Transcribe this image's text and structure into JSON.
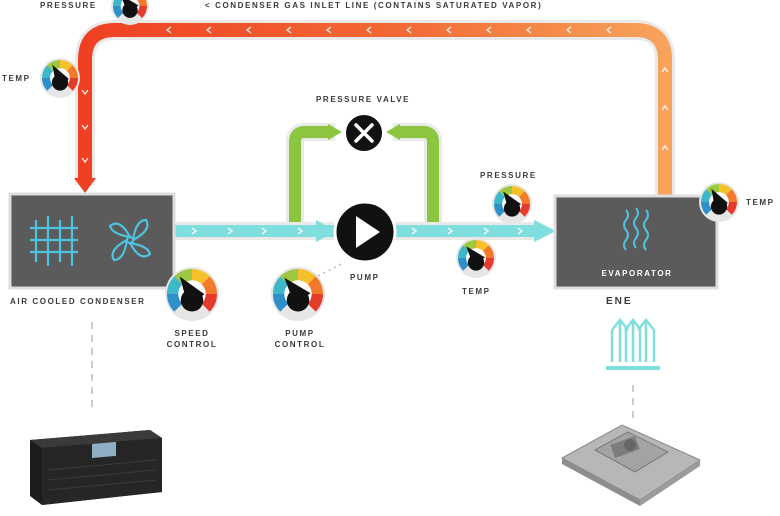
{
  "labels": {
    "top_pressure": "PRESSURE",
    "condenser_line": "< CONDENSER GAS INLET LINE (CONTAINS SATURATED VAPOR)",
    "left_temp": "TEMP",
    "pressure_valve": "PRESSURE VALVE",
    "mid_pressure": "PRESSURE",
    "right_temp": "TEMP",
    "condenser": "AIR COOLED CONDENSER",
    "evaporator": "EVAPORATOR",
    "pump": "PUMP",
    "mid_temp": "TEMP",
    "speed_control_1": "SPEED",
    "speed_control_2": "CONTROL",
    "pump_control_1": "PUMP",
    "pump_control_2": "CONTROL",
    "ene": "ENE"
  },
  "icons": {
    "gauge": "gauge-icon",
    "valve": "close-icon",
    "pump": "play-icon",
    "condenser": "coil-fan-icon",
    "evaporator": "wavy-lines-icon",
    "heat": "heat-arrows-icon"
  },
  "colors": {
    "vapor_line_start": "#ef4023",
    "vapor_line_end": "#f7a35b",
    "liquid_line": "#7fdede",
    "bypass_line": "#8cc63f",
    "box_fill": "#5b5b5b",
    "condenser_icon": "#4ec3e0",
    "heat_arrows": "#7fdede"
  }
}
